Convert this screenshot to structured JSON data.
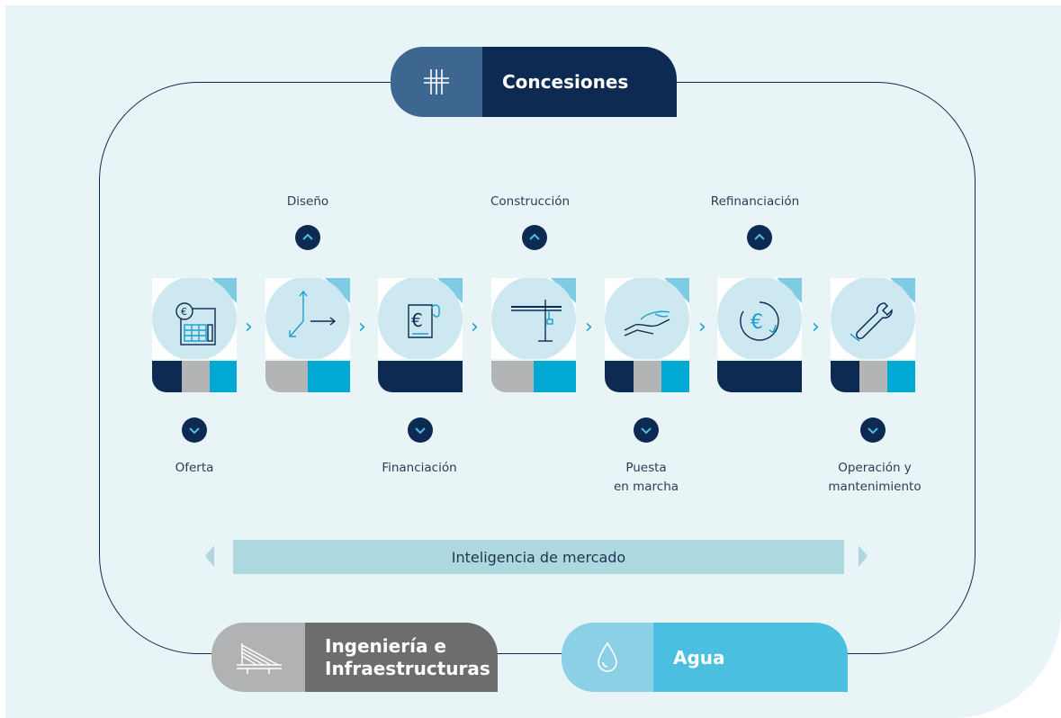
{
  "tags": {
    "concesiones": "Concesiones",
    "ingenieria_line1": "Ingeniería e",
    "ingenieria_line2": "Infraestructuras",
    "agua": "Agua"
  },
  "steps_top": [
    "Diseño",
    "Construcción",
    "Refinanciación"
  ],
  "steps_bottom": {
    "oferta": "Oferta",
    "financiacion": "Financiación",
    "puesta_line1": "Puesta",
    "puesta_line2": "en marcha",
    "operacion_line1": "Operación y",
    "operacion_line2": "mantenimiento"
  },
  "market_bar": "Inteligencia de mercado",
  "icons": {
    "oferta": "calculator-euro-icon",
    "diseno": "axes-arrows-icon",
    "financiacion": "euro-document-icon",
    "construccion": "crane-icon",
    "puesta": "handshake-icon",
    "refinanciacion": "euro-cycle-icon",
    "operacion": "wrench-icon"
  },
  "colors": {
    "navy": "#0d2b52",
    "gray": "#b2b4b5",
    "cyan": "#00a8d4",
    "light_blue": "#cde8f1",
    "background": "#e9f4f7"
  }
}
